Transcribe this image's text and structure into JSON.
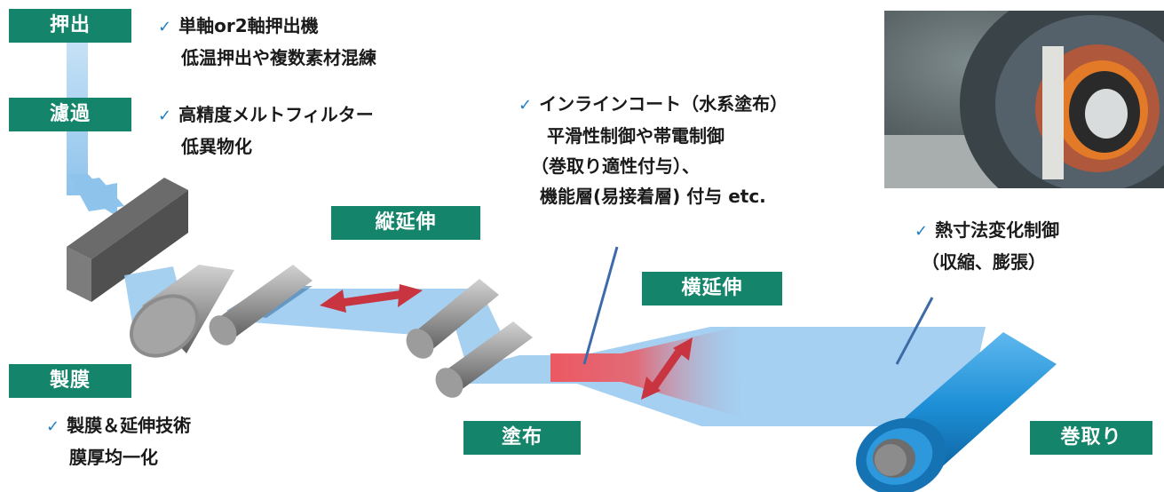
{
  "stages": {
    "extrusion": "押出",
    "filtration": "濾過",
    "casting": "製膜",
    "md_stretch": "縦延伸",
    "coating": "塗布",
    "td_stretch": "横延伸",
    "winding": "巻取り"
  },
  "notes": {
    "extrusion": {
      "check": "✓",
      "line1": "単軸or2軸押出機",
      "line2": "低温押出や複数素材混練"
    },
    "filtration": {
      "check": "✓",
      "line1": "高精度メルトフィルター",
      "line2": "低異物化"
    },
    "casting": {
      "check": "✓",
      "line1": "製膜＆延伸技術",
      "line2": "膜厚均一化"
    },
    "coating": {
      "check": "✓",
      "line1": "インラインコート（水系塗布）",
      "line2": "平滑性制御や帯電制御",
      "line3": "（巻取り適性付与）、",
      "line4": "機能層(易接着層) 付与 etc."
    },
    "heat": {
      "check": "✓",
      "line1": "熱寸法変化制御",
      "line2": "（収縮、膨張）"
    }
  },
  "colors": {
    "stage_bg": "#14846a",
    "film": "#9ccbef",
    "coat": "#f0525a",
    "arrow": "#c8343f",
    "roller_gray": "#8c8c8c",
    "winder_blue": "#1d8fd6",
    "check": "#1f7fc4"
  }
}
